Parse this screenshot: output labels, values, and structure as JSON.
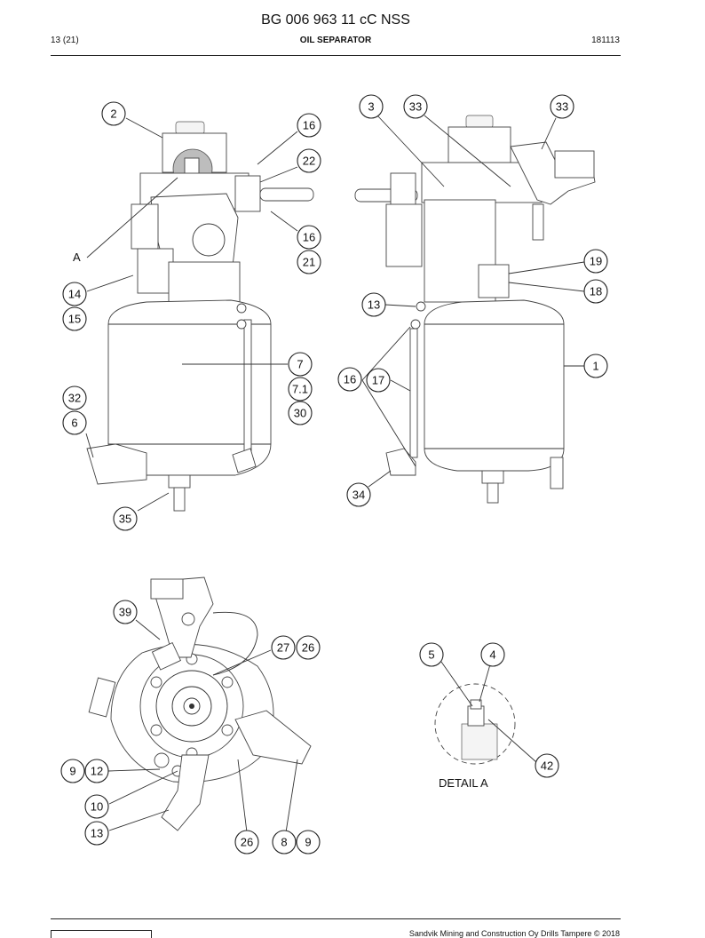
{
  "header": {
    "document_code": "BG 006 963 11 cC NSS",
    "page": "13 (21)",
    "section_title": "OIL SEPARATOR",
    "revision": "181113"
  },
  "footer": {
    "copyright": "Sandvik Mining and Construction Oy Drills Tampere © 2018"
  },
  "views": {
    "left_view_callouts": [
      "2",
      "16",
      "22",
      "16",
      "21",
      "14",
      "15",
      "7",
      "7.1",
      "30",
      "32",
      "6",
      "35"
    ],
    "left_view_detail_marker": "A",
    "right_view_callouts": [
      "3",
      "33",
      "33",
      "19",
      "18",
      "13",
      "1",
      "16",
      "17",
      "34"
    ],
    "top_view_callouts": [
      "39",
      "27",
      "26",
      "9",
      "12",
      "10",
      "13",
      "26",
      "8",
      "9"
    ],
    "detail_callouts": [
      "5",
      "4",
      "42"
    ],
    "detail_caption": "DETAIL  A"
  }
}
